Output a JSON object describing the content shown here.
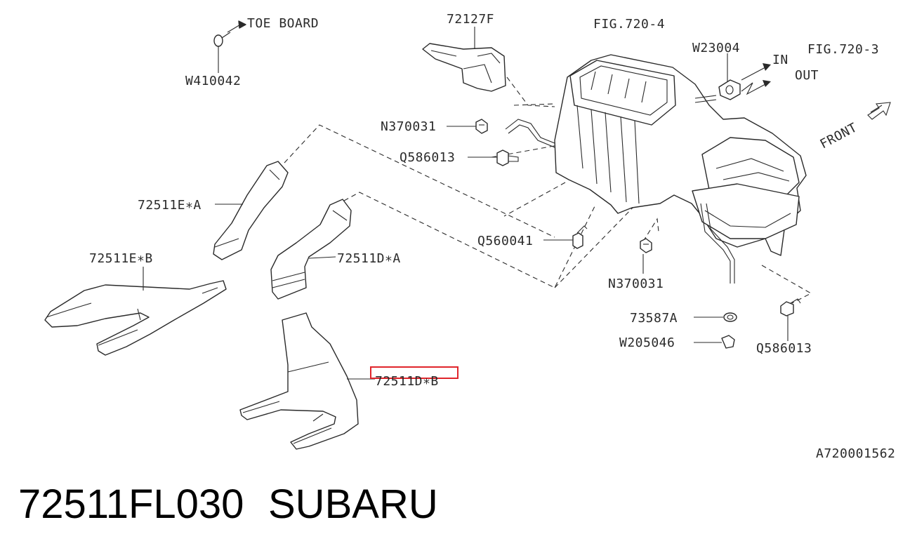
{
  "labels": {
    "toe_board": "TOE BOARD",
    "w410042": "W410042",
    "p72127f": "72127F",
    "fig720_4": "FIG.720-4",
    "w23004": "W23004",
    "in": "IN",
    "out": "OUT",
    "fig720_3": "FIG.720-3",
    "front": "FRONT",
    "n370031_top": "N370031",
    "q586013_left": "Q586013",
    "p72511e_a": "72511E∗A",
    "p72511e_b": "72511E∗B",
    "p72511d_a": "72511D∗A",
    "p72511d_b": "72511D∗B",
    "q560041": "Q560041",
    "n370031_bottom": "N370031",
    "p73587a": "73587A",
    "w205046": "W205046",
    "q586013_right": "Q586013",
    "diagram_code": "A720001562"
  },
  "footer": {
    "part_number": "72511FL030",
    "brand": "SUBARU"
  },
  "highlight": {
    "target": "72511D∗B",
    "color": "#e0252b"
  }
}
